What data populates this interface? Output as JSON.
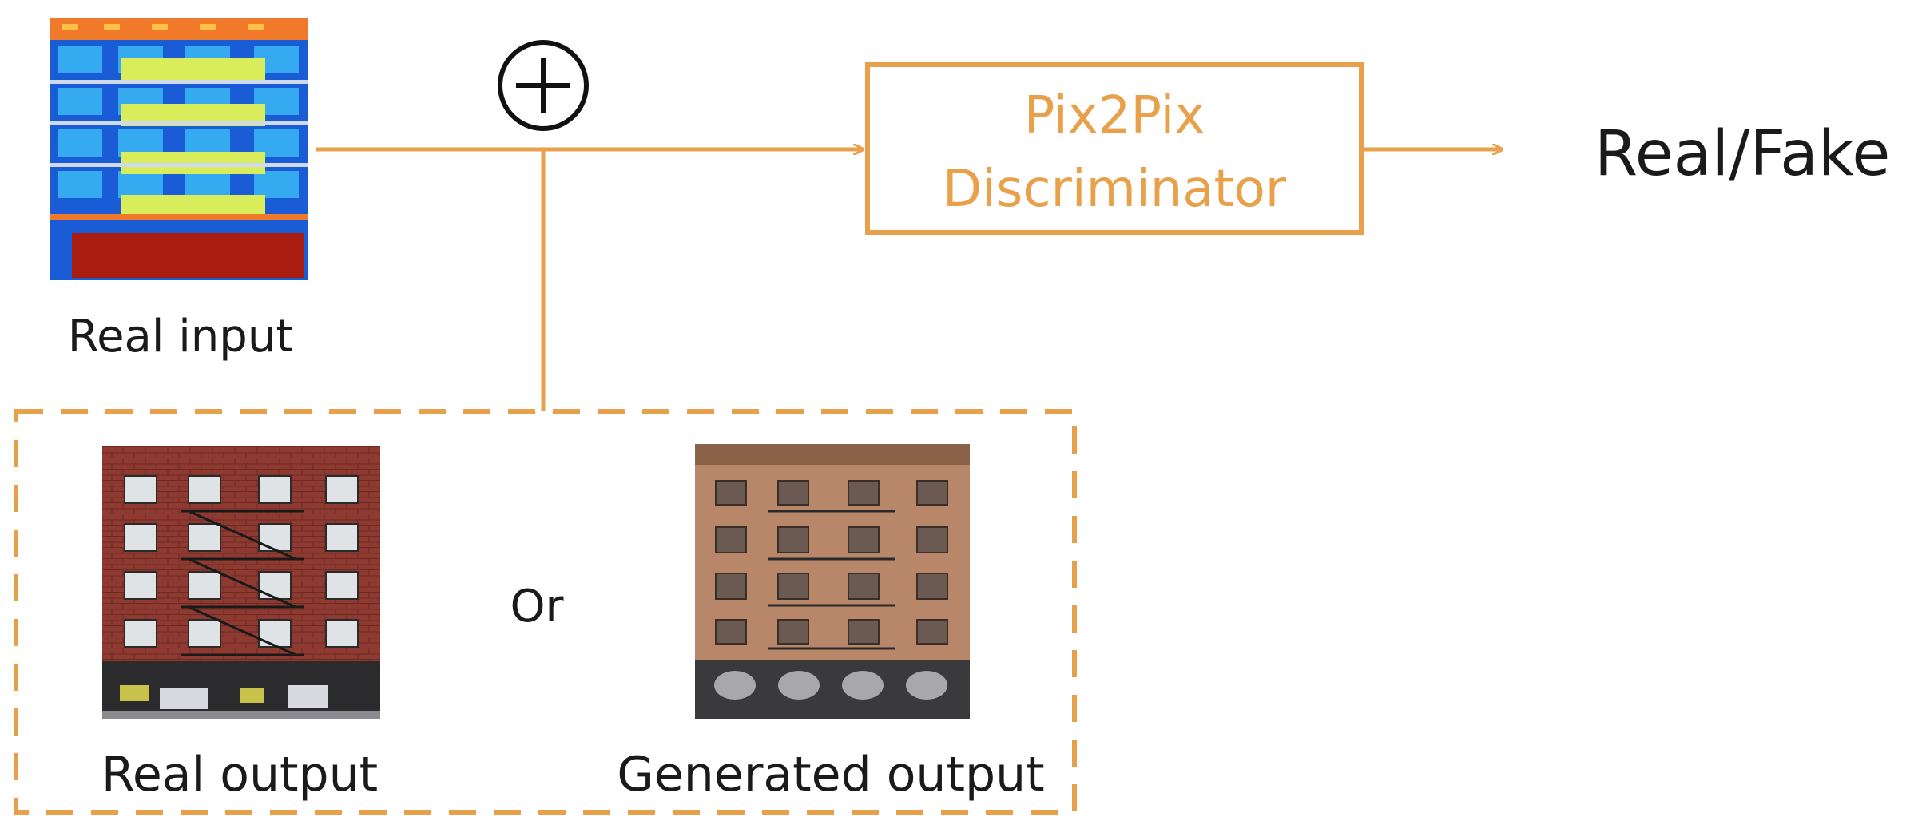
{
  "colors": {
    "accent": "#e8a04a",
    "text": "#1a1a1a",
    "label_map_red": "#a81d10",
    "label_map_blue": "#1a5bd6",
    "label_map_cyan": "#35aaf0",
    "label_map_yellow": "#d9ec5a",
    "label_map_orange": "#f07a2a",
    "brick_red": "#8f3a30",
    "tan_facade": "#b8876a"
  },
  "real_input": {
    "label": "Real input",
    "image": "segmentation-label-map"
  },
  "combine_icon": "circled-plus-icon",
  "discriminator": {
    "line1": "Pix2Pix",
    "line2": "Discriminator"
  },
  "result_label": "Real/Fake",
  "outputs_group": {
    "real_output_label": "Real output",
    "separator_label": "Or",
    "generated_output_label": "Generated output",
    "real_output_image": "red-brick-building-photo",
    "generated_output_image": "tan-building-photo"
  }
}
